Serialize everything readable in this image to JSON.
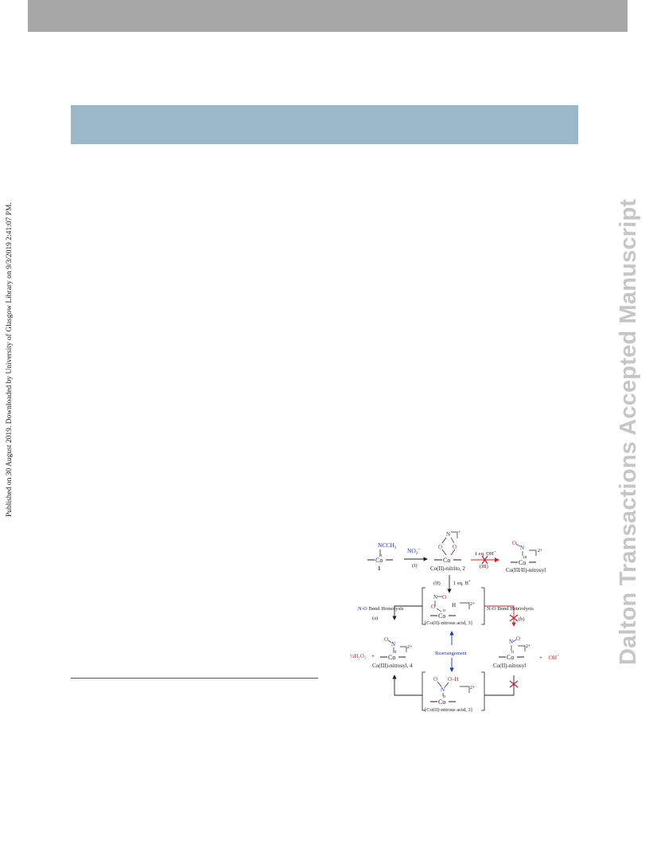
{
  "side_note": "Published on 30 August 2019. Downloaded by University of Glasgow Library on 9/3/2019 2:41:07 PM.",
  "watermark": "Dalton Transactions Accepted Manuscript",
  "colors": {
    "header_bar": "#a7a7a7",
    "blue_band": "#9bb8c8",
    "watermark": "#c6c6c6",
    "red": "#d0202a",
    "blue": "#1a2fd0"
  },
  "scheme": {
    "top": {
      "acetonitrile": "NCCH",
      "acetonitrile_sub": "3",
      "co_ii": "Co",
      "ox_ii": "II",
      "compound_1": "1",
      "nitrite": "NO",
      "nitrite_sub": "2",
      "nitrite_charge": "−",
      "step_i": "(I)",
      "nitrito_n": "N",
      "nitrito_o1": "O",
      "nitrito_o2": "O",
      "nitrito_charge": "+",
      "nitrito_label": "Co(II)-nitrito, 2",
      "base": "1 eq. OH",
      "base_charge": "−",
      "step_iii": "(III)",
      "nitrosyl_o": "O",
      "nitrosyl_n": "N",
      "nitrosyl_charge": "2+",
      "ox_iii": "III",
      "nitrosyl_label": "Co(III/II)-nitrosyl"
    },
    "middle": {
      "step_ii": "(II)",
      "acid": "1 eq. H",
      "acid_charge": "+",
      "homolysis_prefix": "N-O",
      "homolysis_text": "Bond Homolysis",
      "path_a": "(a)",
      "heterolysis_prefix": "N-O",
      "heterolysis_text": "Bond Heterolysis",
      "path_b": "(b)",
      "acid_n": "N",
      "acid_o": "O",
      "acid_h": "H",
      "acid_charge_2": "2+",
      "acid_label": "[Co(II)-nitrous acid, 3]"
    },
    "bottom": {
      "peroxide": "½H₂O₂",
      "plus": "+",
      "nitrosyl4_o": "O",
      "nitrosyl4_n": "N",
      "nitrosyl4_charge": "2+",
      "nitrosyl4_label": "Co(III)-nitrosyl, 4",
      "rearrangement": "Rearrangement",
      "nitrosyl_ii_n": "N",
      "nitrosyl_ii_o": "O",
      "nitrosyl_ii_charge": "2+",
      "nitrosyl_ii_label": "Co(II)-nitrosyl",
      "hydroxide": "OH",
      "hydroxide_charge": "−",
      "acid2_n": "N",
      "acid2_oh": "O–H",
      "acid2_o": "O",
      "acid2_charge": "2+",
      "acid2_label": "[Co(II)-nitrous acid, 3]"
    }
  }
}
